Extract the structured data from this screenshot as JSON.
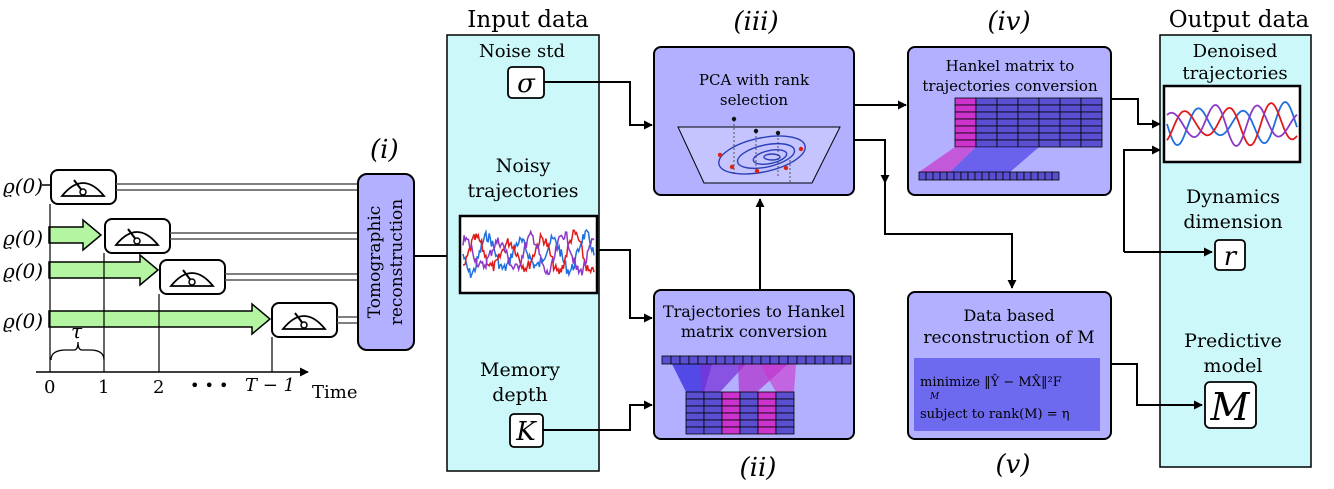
{
  "input_panel": {
    "heading": "Input data",
    "noise_label": "Noise std",
    "noise_symbol": "σ",
    "noisy_line1": "Noisy",
    "noisy_line2": "trajectories",
    "memory_line1": "Memory",
    "memory_line2": "depth",
    "memory_symbol": "K"
  },
  "output_panel": {
    "heading": "Output data",
    "denoised_line1": "Denoised",
    "denoised_line2": "trajectories",
    "dynamics_line1": "Dynamics",
    "dynamics_line2": "dimension",
    "dynamics_symbol": "r",
    "predictive_line1": "Predictive",
    "predictive_line2": "model",
    "predictive_symbol": "M"
  },
  "steps": {
    "i": {
      "tag": "(i)",
      "line1": "Tomographic",
      "line2": "reconstruction"
    },
    "ii": {
      "tag": "(ii)",
      "line1": "Trajectories to Hankel",
      "line2": "matrix conversion"
    },
    "iii": {
      "tag": "(iii)",
      "line1": "PCA with rank",
      "line2": "selection"
    },
    "iv": {
      "tag": "(iv)",
      "line1": "Hankel matrix to",
      "line2": "trajectories conversion"
    },
    "v": {
      "tag": "(v)",
      "line1": "Data based",
      "line2": "reconstruction of M",
      "opt_line1": "minimize ‖Ŷ − MX̂‖²F",
      "opt_sub": "M",
      "opt_line2": "subject to  rank(M) = η"
    }
  },
  "timeline": {
    "state_label": "ϱ(0)",
    "tau": "τ",
    "ticks": [
      "0",
      "1",
      "2",
      "• • •",
      "T − 1"
    ],
    "axis_label": "Time"
  },
  "colors": {
    "panel_fill": "#ccf8fa",
    "box_fill": "#b2b0ff",
    "box_stroke": "#1a1a1a",
    "arrow_fill": "#b4f5a2",
    "series_blue": "#1f6fe0",
    "series_red": "#e01a1a",
    "series_purple": "#8a3ac8",
    "hankel_cell": "#5a4fd0",
    "hankel_highlight": "#cc33cc",
    "opt_box": "#6e6af0"
  }
}
